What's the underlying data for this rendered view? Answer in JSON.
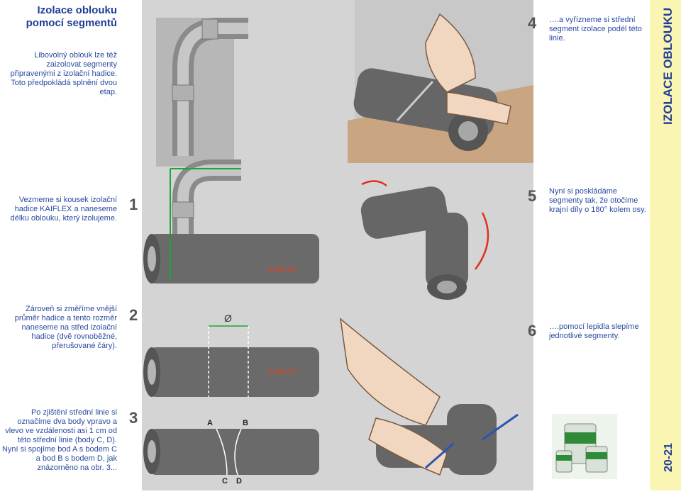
{
  "header": {
    "title": "Izolace oblouku pomocí segmentů"
  },
  "intro": "Libovolný oblouk lze též zaizolovat segmenty připravenými z izolační hadice. Toto předpokládá splnění dvou etap.",
  "steps": [
    {
      "num": "1",
      "text": "Vezmeme si kousek izolační hadice KAIFLEX a naneseme délku oblouku, který izolujeme."
    },
    {
      "num": "2",
      "text": "Zároveň si změříme vnější průměr hadice a tento rozměr naneseme na střed izolační hadice (dvě rovnoběžné, přerušované čáry)."
    },
    {
      "num": "3",
      "text": "Po zjištění střední linie si označíme dva body vpravo a vlevo ve vzdálenosti asi 1 cm od této střední linie (body C, D). Nyní si spojíme bod A s bodem C a bod B s bodem D, jak znázorněno na obr. 3..."
    },
    {
      "num": "4",
      "text": "….a vyřízneme si střední segment izolace podél této linie."
    },
    {
      "num": "5",
      "text": "Nyní si poskládáme segmenty tak, že otočíme krajní díly o 180° kolem osy."
    },
    {
      "num": "6",
      "text": "….pomocí lepidla slepíme jednotlivé segmenty."
    }
  ],
  "illustration": {
    "brand": "KAIFLEX",
    "diameter_symbol": "Ø",
    "points": {
      "a": "A",
      "b": "B",
      "c": "C",
      "d": "D"
    }
  },
  "sidebar": {
    "section_title": "IZOLACE OBLOUKU",
    "page": "20-21"
  },
  "colors": {
    "accent_bar": "#fbf5b3",
    "text": "#2a4aa0",
    "illustration_bg": "#d4d4d4",
    "pipe": "#606060",
    "marker_green": "#1aa63a",
    "arrow_blue": "#2b55b3"
  }
}
